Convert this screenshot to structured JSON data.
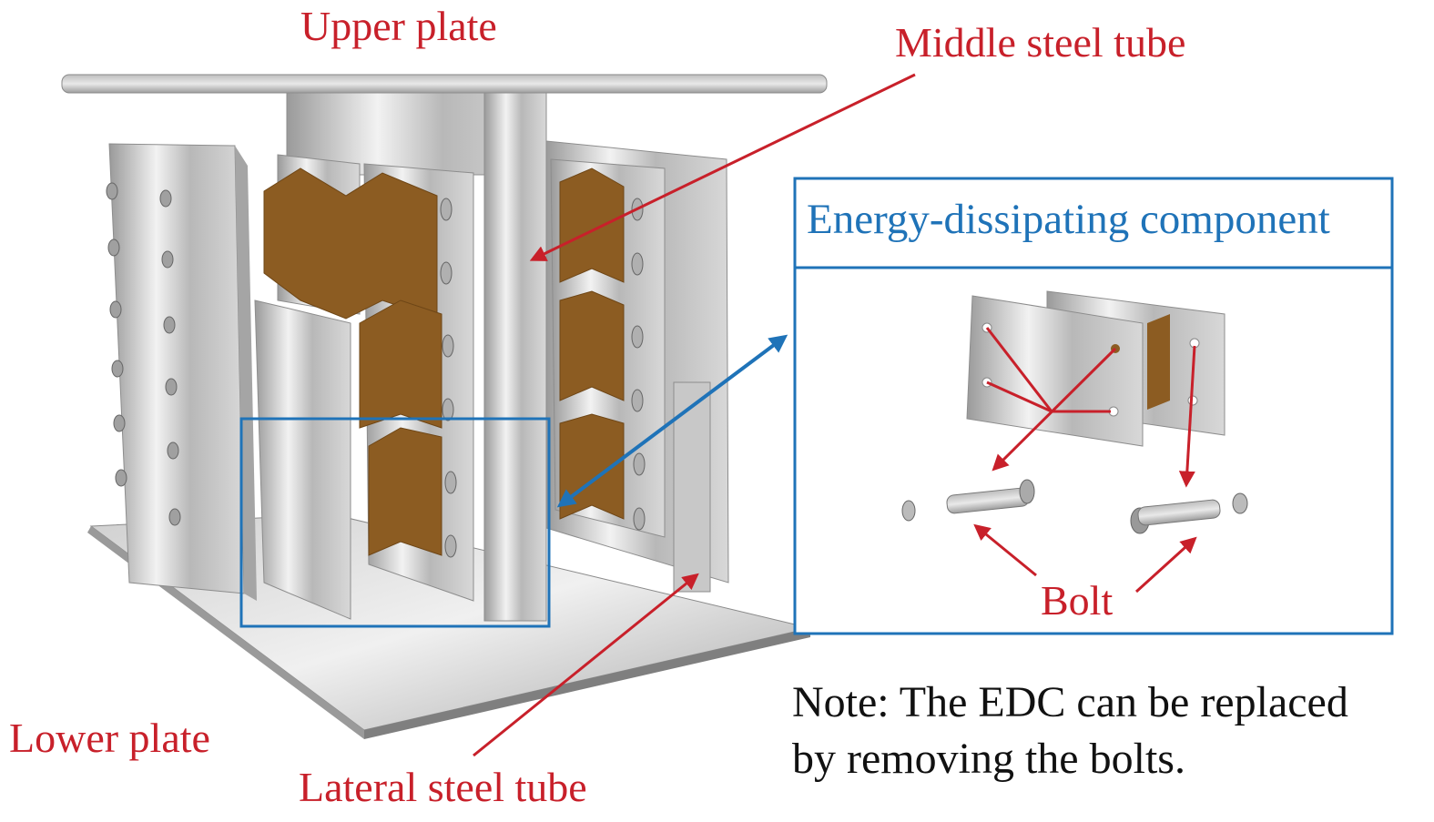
{
  "labels": {
    "upper_plate": "Upper plate",
    "middle_steel_tube": "Middle steel tube",
    "lower_plate": "Lower plate",
    "lateral_steel_tube": "Lateral steel tube",
    "bolt": "Bolt"
  },
  "inset": {
    "title": "Energy-dissipating component"
  },
  "note": {
    "line1": "Note: The EDC can be replaced",
    "line2": "by removing the bolts."
  },
  "colors": {
    "label_red": "#c8202a",
    "callout_blue": "#1f73b8",
    "steel_light": "#e6e6e6",
    "steel_dark": "#8a8a8a",
    "damper_bronze": "#8c5c22"
  }
}
